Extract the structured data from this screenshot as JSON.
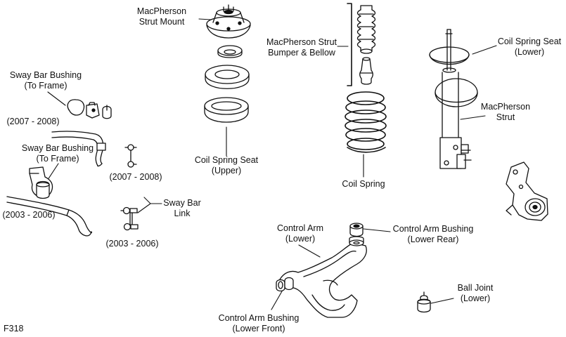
{
  "figure_id": "F318",
  "colors": {
    "ink": "#111111",
    "background": "#ffffff",
    "part_fill": "#ffffff"
  },
  "labels": {
    "strut_mount": [
      "MacPherson",
      "Strut Mount"
    ],
    "bumper_bellow": [
      "MacPherson Strut",
      "Bumper & Bellow"
    ],
    "coil_spring_seat_lower": [
      "Coil Spring Seat",
      "(Lower)"
    ],
    "strut": [
      "MacPherson",
      "Strut"
    ],
    "sway_bar_bushing_top": [
      "Sway Bar Bushing",
      "(To Frame)"
    ],
    "years_2007_2008_a": "(2007 - 2008)",
    "sway_bar_bushing_bottom": [
      "Sway Bar Bushing",
      "(To Frame)"
    ],
    "years_2003_2006_a": "(2003 - 2006)",
    "years_2007_2008_b": "(2007 - 2008)",
    "sway_bar_link": [
      "Sway Bar",
      "Link"
    ],
    "years_2003_2006_b": "(2003 - 2006)",
    "coil_spring_seat_upper": [
      "Coil Spring Seat",
      "(Upper)"
    ],
    "coil_spring": "Coil Spring",
    "control_arm": [
      "Control Arm",
      "(Lower)"
    ],
    "control_arm_bushing_rear": [
      "Control Arm Bushing",
      "(Lower Rear)"
    ],
    "ball_joint": [
      "Ball Joint",
      "(Lower)"
    ],
    "control_arm_bushing_front": [
      "Control Arm Bushing",
      "(Lower Front)"
    ]
  }
}
